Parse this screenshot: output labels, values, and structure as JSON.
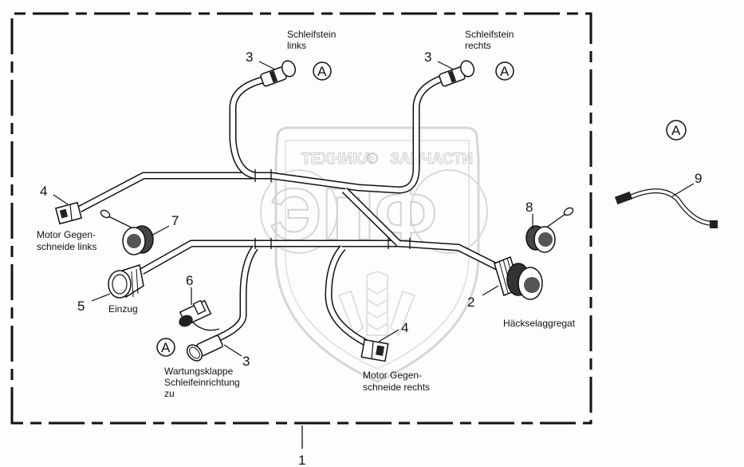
{
  "diagram": {
    "assembly_number": "1",
    "watermark": {
      "top_left": "ТЕХНИКА",
      "top_right": "ЗАПЧАСТИ",
      "logo_letters": "ЭПФ"
    },
    "ref_marker": "A",
    "callouts": [
      {
        "id": "c-3-left",
        "number": "3",
        "label_lines": [
          "Schleifstein",
          "links"
        ],
        "ref": "A"
      },
      {
        "id": "c-3-right",
        "number": "3",
        "label_lines": [
          "Schleifstein",
          "rechts"
        ],
        "ref": "A"
      },
      {
        "id": "c-4-left",
        "number": "4",
        "label_lines": [
          "Motor Gegen-",
          "schneide links"
        ]
      },
      {
        "id": "c-7",
        "number": "7",
        "label_lines": []
      },
      {
        "id": "c-5",
        "number": "5",
        "label_lines": [
          "Einzug"
        ]
      },
      {
        "id": "c-6",
        "number": "6",
        "label_lines": []
      },
      {
        "id": "c-3-bottom",
        "number": "3",
        "label_lines": [
          "Wartungsklappe",
          "Schleifeinrichtung",
          "zu"
        ],
        "ref": "A"
      },
      {
        "id": "c-4-right",
        "number": "4",
        "label_lines": [
          "Motor Gegen-",
          "schneide rechts"
        ]
      },
      {
        "id": "c-8",
        "number": "8",
        "label_lines": []
      },
      {
        "id": "c-2",
        "number": "2",
        "label_lines": [
          "Häckselaggregat"
        ]
      },
      {
        "id": "c-9",
        "number": "9",
        "label_lines": [],
        "ref": "A"
      }
    ]
  }
}
